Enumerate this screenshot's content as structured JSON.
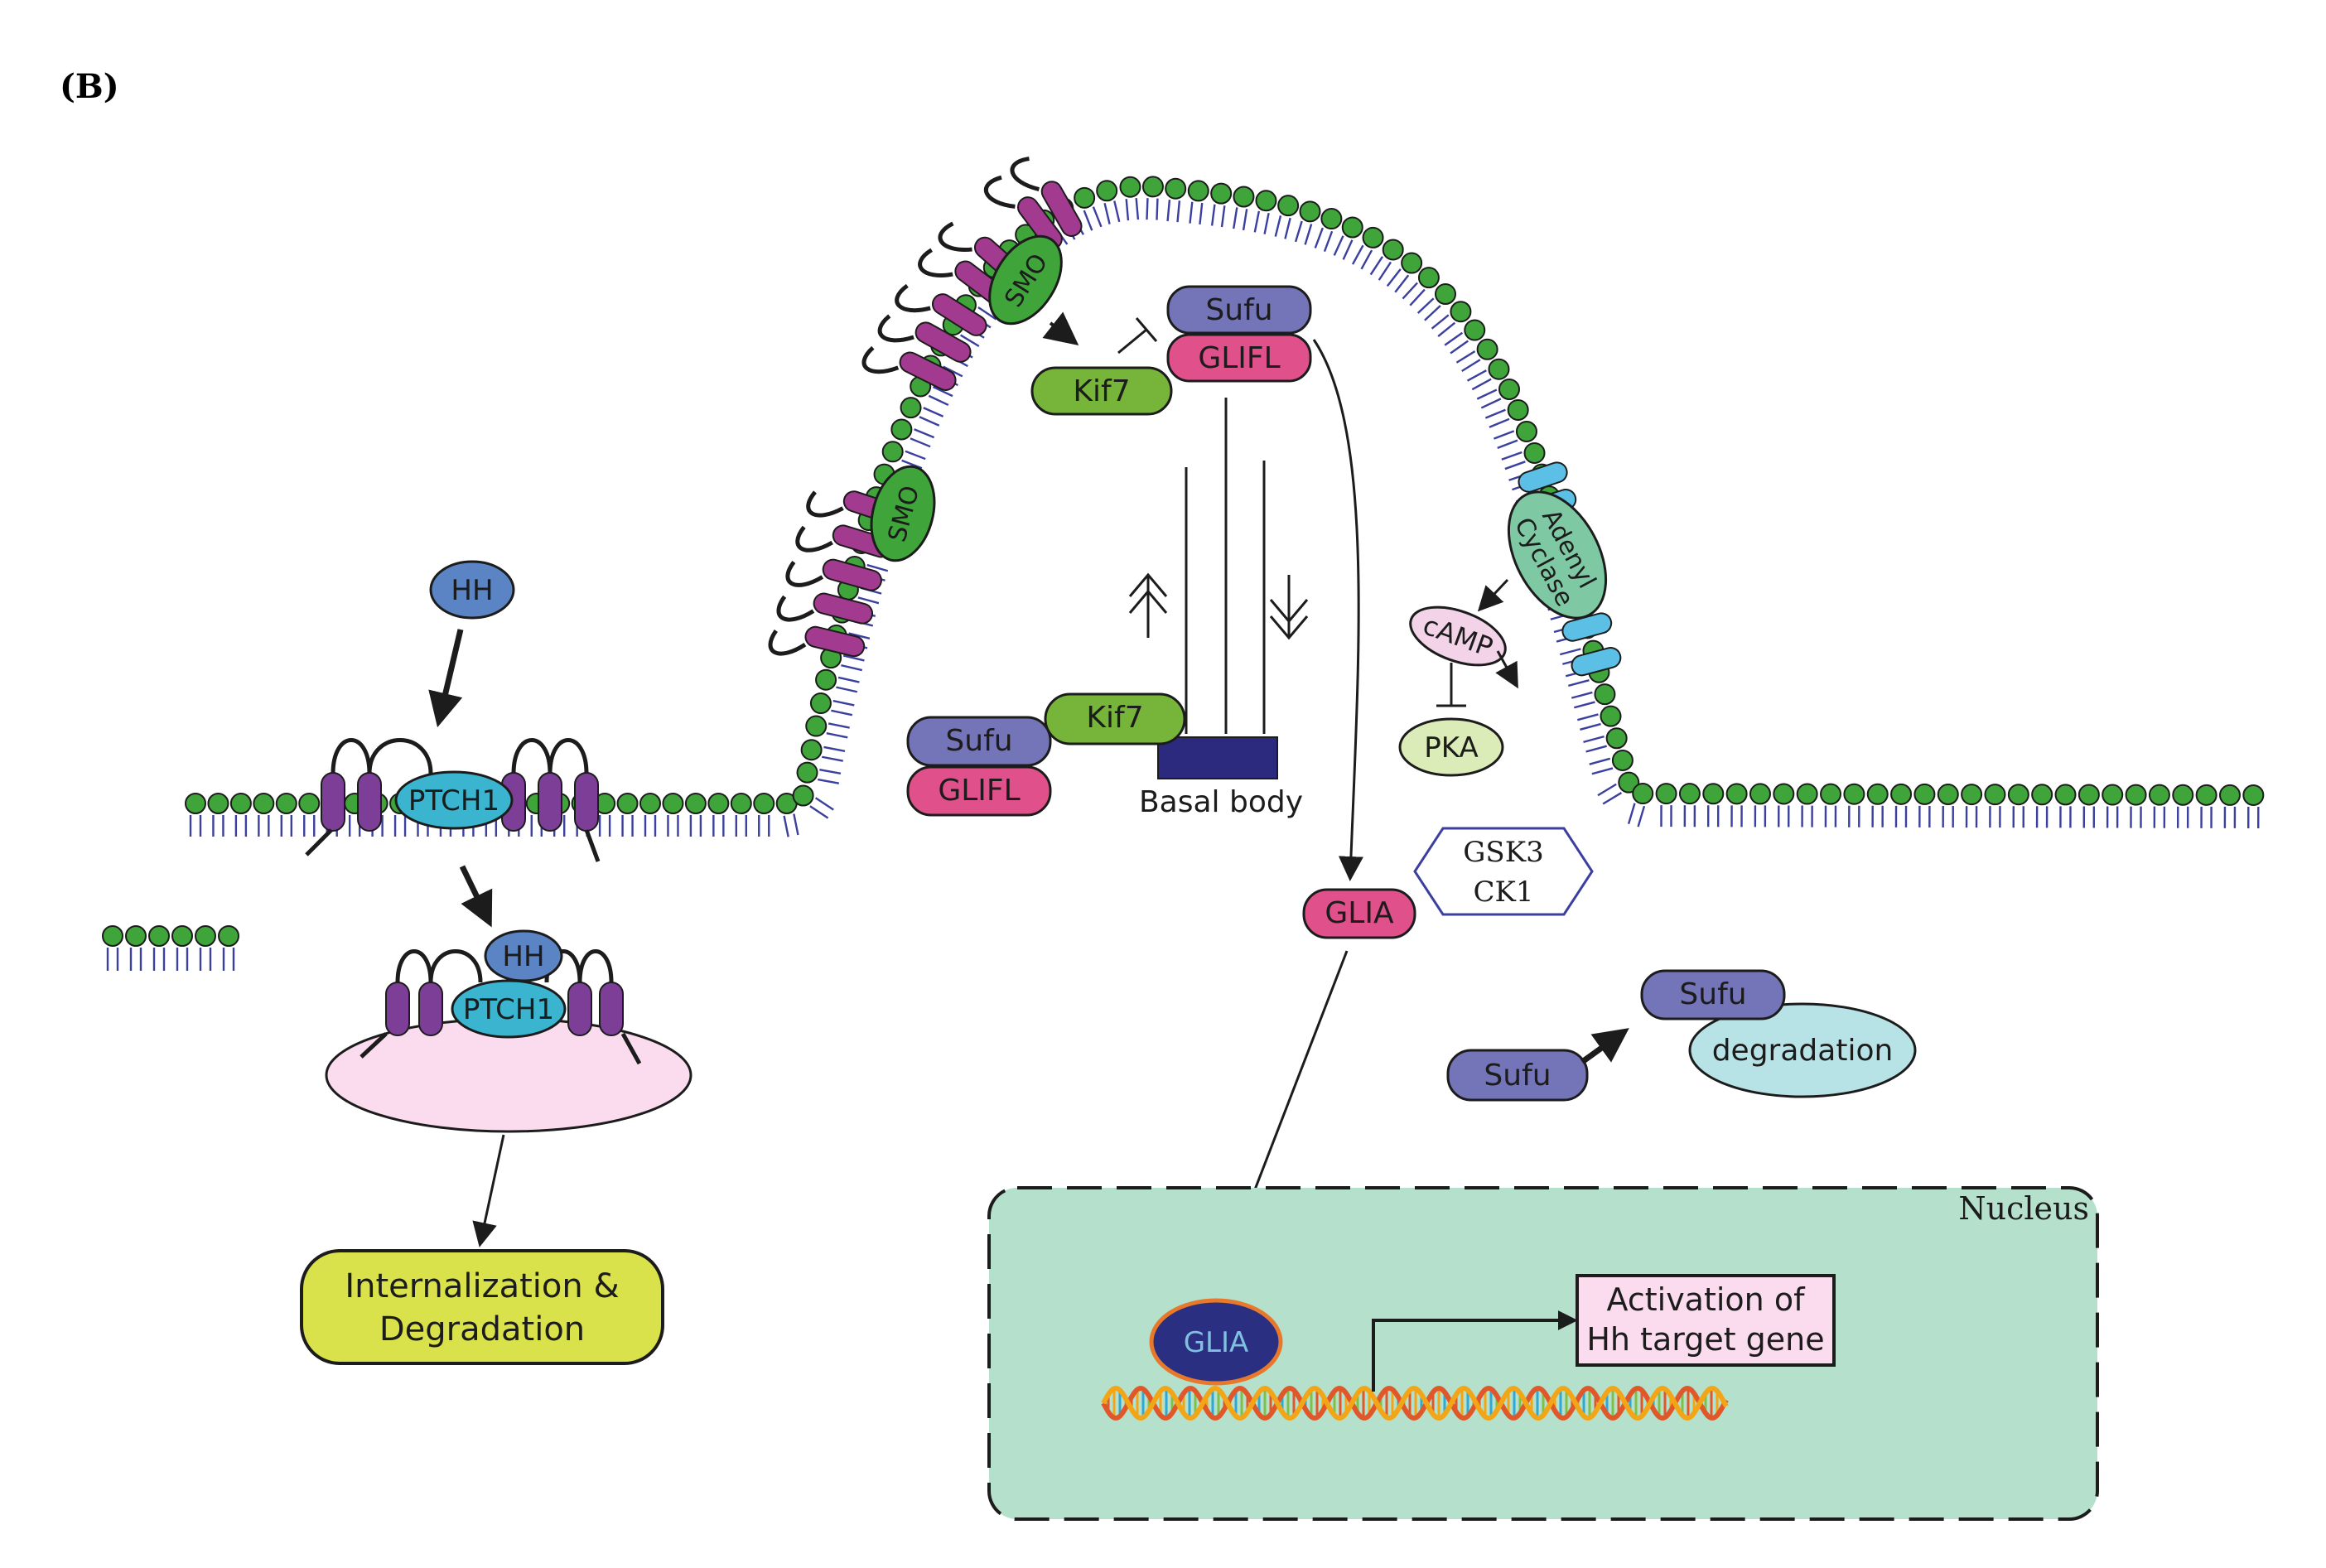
{
  "panel_label": "(B)",
  "labels": {
    "hh": "HH",
    "ptch1": "PTCH1",
    "smo": "SMO",
    "sufu": "Sufu",
    "glifl": "GLIFL",
    "kif7": "Kif7",
    "basal_body": "Basal body",
    "adenyl_cyclase_line1": "Adenyl",
    "adenyl_cyclase_line2": "Cyclase",
    "camp": "cAMP",
    "pka": "PKA",
    "gsk3": "GSK3",
    "ck1": "CK1",
    "glia": "GLIA",
    "degradation": "degradation",
    "internalization_line1": "Internalization &",
    "internalization_line2": "Degradation",
    "nucleus": "Nucleus",
    "activation_line1": "Activation of",
    "activation_line2": "Hh target gene"
  },
  "colors": {
    "background": "#ffffff",
    "membrane_head": "#3fa53a",
    "membrane_tail": "#3b3f9e",
    "receptor_helix": "#7d3e97",
    "smo_helix": "#a23a8f",
    "hh": "#5a84c4",
    "ptch1": "#3bb4d0",
    "smo": "#3fa53a",
    "sufu": "#7474b8",
    "glifl": "#e0508a",
    "kif7": "#77b53a",
    "basal_body": "#2b2a7e",
    "adenyl_cyclase": "#7ec9a3",
    "camp": "#f3d3e8",
    "pka": "#dcecb8",
    "degradation": "#b7e2e6",
    "endosome": "#fbdcef",
    "internalization": "#d9e24a",
    "nucleus": "#b5e0cc",
    "glia_nuclear": "#2b2f82",
    "dna_a": "#e0582a",
    "dna_b": "#f2a516"
  }
}
